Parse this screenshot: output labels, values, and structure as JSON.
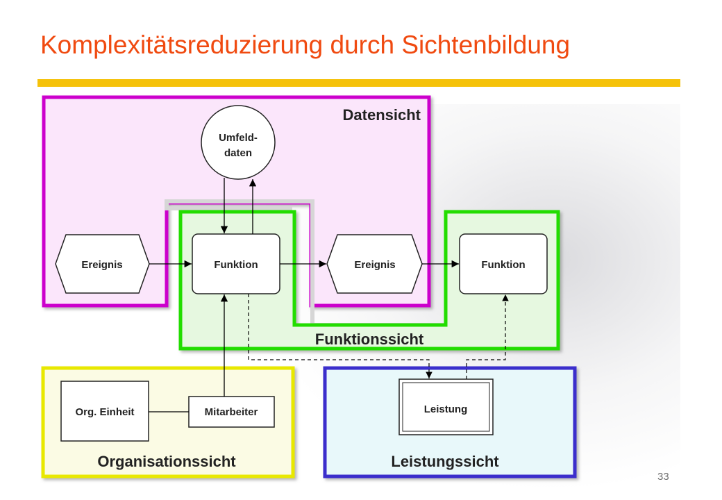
{
  "title": "Komplexitätsreduzierung durch Sichtenbildung",
  "views": {
    "daten": "Datensicht",
    "funktion": "Funktionssicht",
    "organisation": "Organisationssicht",
    "leistung": "Leistungssicht"
  },
  "nodes": {
    "umfeld_line1": "Umfeld-",
    "umfeld_line2": "daten",
    "ereignis_1": "Ereignis",
    "funktion_1": "Funktion",
    "ereignis_2": "Ereignis",
    "funktion_2": "Funktion",
    "org_einheit": "Org. Einheit",
    "mitarbeiter": "Mitarbeiter",
    "leistung": "Leistung"
  },
  "colors": {
    "title": "#f04a10",
    "accent_rule": "#f5c20a",
    "daten_border": "#cc00cc",
    "daten_fill": "#fbe6fb",
    "funktion_border": "#22dd00",
    "funktion_fill": "#e6f8e0",
    "organisation_border": "#e8e800",
    "organisation_fill": "#fbfbe4",
    "leistung_border": "#3a2ecc",
    "leistung_fill": "#e8f8fa"
  },
  "page_number": "33"
}
